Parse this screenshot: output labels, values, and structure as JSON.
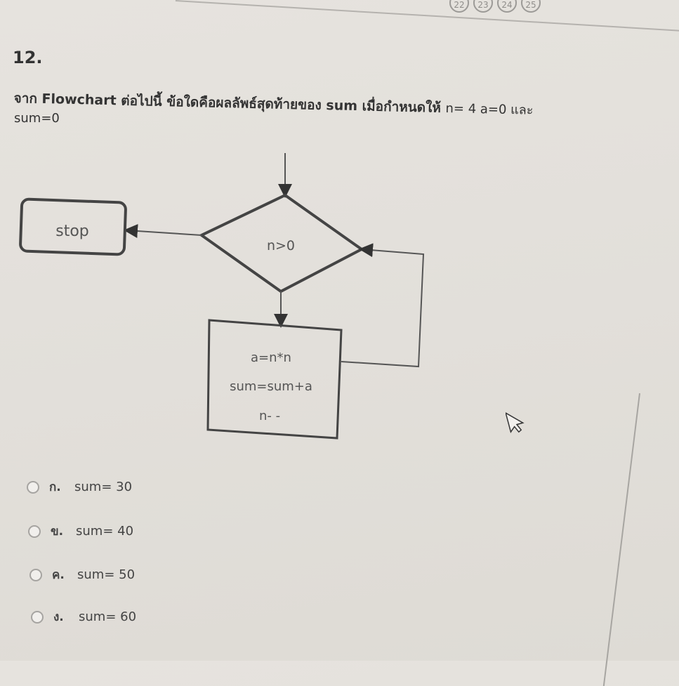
{
  "question_nav": {
    "items": [
      "22",
      "23",
      "24",
      "25"
    ]
  },
  "question": {
    "number": "12.",
    "text_bold": "จาก Flowchart ต่อไปนี้ ข้อใดคือผลลัพธ์สุดท้ายของ sum เมื่อกำหนดให้",
    "text_tail": "n= 4 a=0 และ",
    "text_line2": "sum=0"
  },
  "flowchart": {
    "decision_label": "n>0",
    "terminal_label": "stop",
    "process_lines": [
      "a=n*n",
      "sum=sum+a",
      "n- -"
    ]
  },
  "options": [
    {
      "letter": "ก.",
      "text": "sum= 30"
    },
    {
      "letter": "ข.",
      "text": "sum= 40"
    },
    {
      "letter": "ค.",
      "text": "sum= 50"
    },
    {
      "letter": "ง.",
      "text": "sum= 60"
    }
  ]
}
